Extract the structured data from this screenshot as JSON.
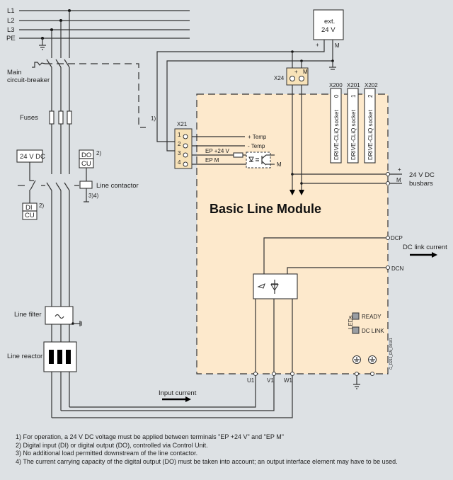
{
  "diagram": {
    "title": "Basic Line Module",
    "supply_lines": [
      "L1",
      "L2",
      "L3",
      "PE"
    ],
    "labels": {
      "main_breaker": [
        "Main",
        "circuit-breaker"
      ],
      "fuses": "Fuses",
      "supply_24v": "24 V DC",
      "do_cu": [
        "DO",
        "CU"
      ],
      "di_cu": [
        "DI",
        "CU"
      ],
      "fn2a": "2)",
      "fn2b": "2)",
      "fn1": "1)",
      "line_contactor": "Line contactor",
      "fn34": "3)4)",
      "line_filter": "Line filter",
      "line_reactor": "Line reactor",
      "input_current": "Input current",
      "ext24": [
        "ext.",
        "24 V"
      ],
      "ext_plus": "+",
      "ext_m": "M",
      "x24": "X24",
      "x24_plus": "+",
      "x24_m": "M",
      "x21": "X21",
      "x21_pins": [
        "1",
        "2",
        "3",
        "4"
      ],
      "x21_signals": [
        "+ Temp",
        "-  Temp",
        "EP +24 V",
        "EP M"
      ],
      "opto_m": "M",
      "busbar_plus": "+",
      "busbar_m": "M",
      "busbars": [
        "24 V DC",
        "busbars"
      ],
      "dcp": "DCP",
      "dcn": "DCN",
      "dc_link_current": "DC link current",
      "leds_label": "LEDs",
      "led_ready": "READY",
      "led_dclink": "DC LINK",
      "drawing_id": "G_D211_EN_00181",
      "terminals": [
        "U1",
        "V1",
        "W1"
      ]
    },
    "sockets": [
      {
        "id": "X200",
        "num": "0",
        "label": "DRIVE-CLiQ socket"
      },
      {
        "id": "X201",
        "num": "1",
        "label": "DRIVE-CLiQ socket"
      },
      {
        "id": "X202",
        "num": "2",
        "label": "DRIVE-CLiQ socket"
      }
    ],
    "colors": {
      "background": "#dde1e4",
      "module_fill": "#fde9cc",
      "terminal_fill": "#f7e2b8",
      "led": "#9a9ea3"
    }
  },
  "notes": [
    "1) For operation, a 24 V DC voltage must be applied between terminals \"EP +24 V\" and \"EP M\"",
    "2) Digital input (DI) or digital output (DO), controlled via Control Unit.",
    "3) No additional load permitted downstream of the line contactor.",
    "4) The current carrying capacity of the digital output (DO) must be taken into account; an output interface element may have to be used."
  ]
}
